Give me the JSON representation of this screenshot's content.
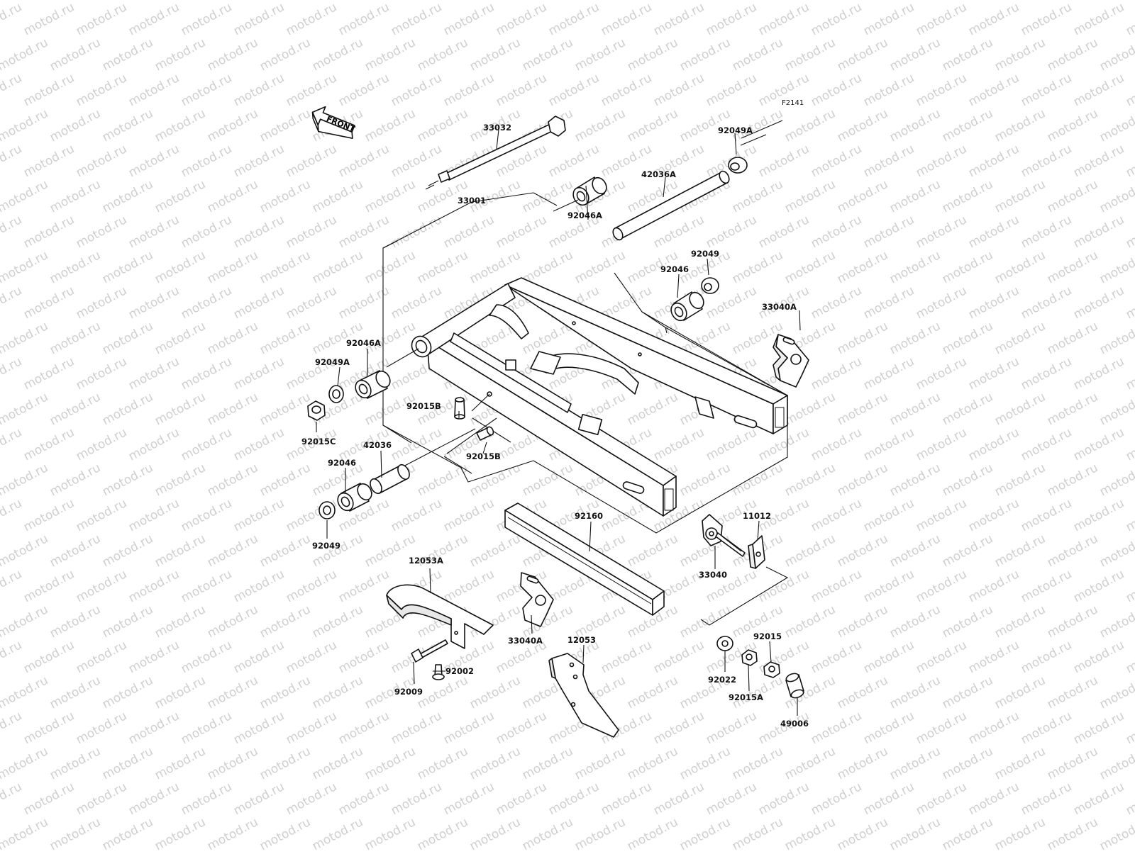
{
  "diagram": {
    "code": "F2141",
    "front_arrow": "FRONT",
    "watermark": "motod.ru",
    "labels": [
      {
        "id": "p33032",
        "text": "33032"
      },
      {
        "id": "p92049A_top",
        "text": "92049A"
      },
      {
        "id": "p42036A",
        "text": "42036A"
      },
      {
        "id": "p92046A_top",
        "text": "92046A"
      },
      {
        "id": "p33001",
        "text": "33001"
      },
      {
        "id": "p92049_top",
        "text": "92049"
      },
      {
        "id": "p92046_top",
        "text": "92046"
      },
      {
        "id": "p33040A_right",
        "text": "33040A"
      },
      {
        "id": "p92046A_left",
        "text": "92046A"
      },
      {
        "id": "p92049A_left",
        "text": "92049A"
      },
      {
        "id": "p92015B_upper",
        "text": "92015B"
      },
      {
        "id": "p92015C",
        "text": "92015C"
      },
      {
        "id": "p42036",
        "text": "42036"
      },
      {
        "id": "p92015B_lower",
        "text": "92015B"
      },
      {
        "id": "p92046_left",
        "text": "92046"
      },
      {
        "id": "p92049_left",
        "text": "92049"
      },
      {
        "id": "p92160",
        "text": "92160"
      },
      {
        "id": "p11012",
        "text": "11012"
      },
      {
        "id": "p33040",
        "text": "33040"
      },
      {
        "id": "p12053A",
        "text": "12053A"
      },
      {
        "id": "p33040A_bottom",
        "text": "33040A"
      },
      {
        "id": "p12053",
        "text": "12053"
      },
      {
        "id": "p92015",
        "text": "92015"
      },
      {
        "id": "p92022",
        "text": "92022"
      },
      {
        "id": "p92015A",
        "text": "92015A"
      },
      {
        "id": "p49006",
        "text": "49006"
      },
      {
        "id": "p92002",
        "text": "92002"
      },
      {
        "id": "p92009",
        "text": "92009"
      }
    ]
  }
}
